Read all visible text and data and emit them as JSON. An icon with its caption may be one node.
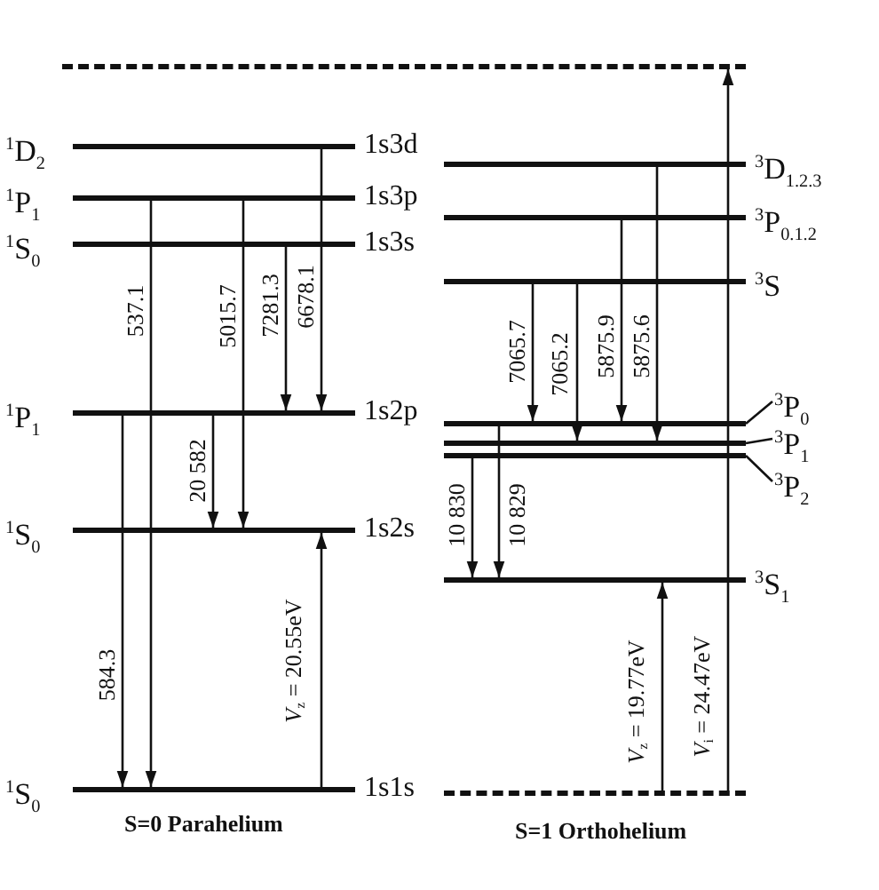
{
  "diagram": {
    "nodes": [
      {
        "text": [],
        "shape": "bar"
      },
      {
        "text": [
          "$^{1}$D$_{2}$",
          "1s3d"
        ]
      },
      {
        "text": [
          "$^{1}$P$_{1}$",
          "1s3p"
        ]
      },
      {
        "text": [
          "$^{1}$S$_{0}$",
          "1s3s"
        ]
      },
      {
        "text": [
          "$^{1}$P$_{1}$",
          "1s2p"
        ]
      },
      {
        "text": [
          "$^{1}$S$_{0}$",
          "1s2s"
        ]
      },
      {
        "text": [
          "$^{1}$S$_{0}$",
          "1s1s"
        ]
      },
      {
        "text": [
          "$^{3}$D$_{1.2.3}$"
        ]
      },
      {
        "text": [
          "$^{3}$P$_{0.1.2}$"
        ]
      },
      {
        "text": [
          "$^{3}$S"
        ]
      },
      {
        "text": [],
        "shape": "bar"
      },
      {
        "text": [],
        "shape": "bar"
      },
      {
        "text": [],
        "shape": "bar"
      },
      {
        "text": [
          "$^{3}$P$_{0}$"
        ]
      },
      {
        "text": [
          "$^{3}$P$_{1}$"
        ]
      },
      {
        "text": [
          "$^{3}$P$_{2}$"
        ]
      },
      {
        "text": [
          "$^{3}$S$_{1}$"
        ]
      },
      {
        "text": [],
        "shape": "bar"
      }
    ],
    "edges": [
      {
        "from": 2,
        "to": 6,
        "arrow": "to",
        "label": "537.1"
      },
      {
        "from": 2,
        "to": 5,
        "arrow": "to",
        "label": "5015.7"
      },
      {
        "from": 3,
        "to": 4,
        "arrow": "to",
        "label": "7281.3"
      },
      {
        "from": 1,
        "to": 4,
        "arrow": "to",
        "label": "6678.1"
      },
      {
        "from": 4,
        "to": 5,
        "arrow": "to",
        "label": "20 582"
      },
      {
        "from": 4,
        "to": 6,
        "arrow": "to",
        "label": "584.3"
      },
      {
        "from": 6,
        "to": 5,
        "arrow": "to",
        "label": "*V*$_{z}$ = 20.55eV"
      },
      {
        "from": 9,
        "to": 10,
        "arrow": "to",
        "label": "7065.7"
      },
      {
        "from": 9,
        "to": 11,
        "arrow": "to",
        "label": "7065.2"
      },
      {
        "from": 8,
        "to": 10,
        "arrow": "to",
        "label": "5875.9"
      },
      {
        "from": 7,
        "to": 11,
        "arrow": "to",
        "label": "5875.6"
      },
      {
        "from": 12,
        "to": 16,
        "arrow": "to",
        "label": "10 830"
      },
      {
        "from": 10,
        "to": 16,
        "arrow": "to",
        "label": "10 829"
      },
      {
        "from": 17,
        "to": 16,
        "arrow": "to",
        "label": "*V*$_{z}$ = 19.77eV"
      },
      {
        "from": 17,
        "to": 0,
        "arrow": "to",
        "label": "*V*$_{i}$ = 24.47eV"
      },
      {
        "from": 13,
        "to": 10,
        "arrow": "none"
      },
      {
        "from": 14,
        "to": 11,
        "arrow": "none"
      },
      {
        "from": 15,
        "to": 12,
        "arrow": "none"
      }
    ],
    "labels": [
      "S=0 Parahelium",
      "S=1 Orthohelium"
    ]
  }
}
